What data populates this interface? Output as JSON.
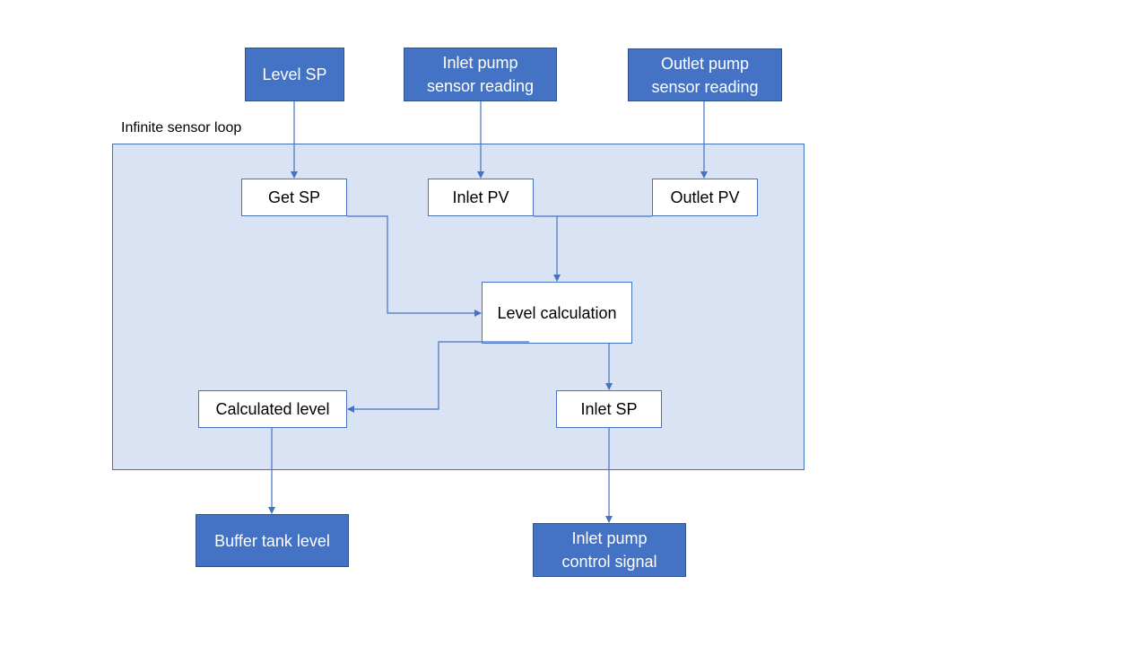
{
  "diagram": {
    "loop_label": "Infinite sensor loop",
    "nodes": {
      "level_sp": "Level SP",
      "inlet_sensor": "Inlet pump\nsensor reading",
      "outlet_sensor": "Outlet pump\nsensor reading",
      "get_sp": "Get SP",
      "inlet_pv": "Inlet PV",
      "outlet_pv": "Outlet PV",
      "level_calc": "Level calculation",
      "calculated_level": "Calculated level",
      "inlet_sp": "Inlet SP",
      "buffer_tank_level": "Buffer  tank level",
      "inlet_control": "Inlet pump\ncontrol signal"
    }
  },
  "colors": {
    "io_fill": "#4472c4",
    "loop_fill": "#dae3f3",
    "connector": "#4472c4"
  }
}
